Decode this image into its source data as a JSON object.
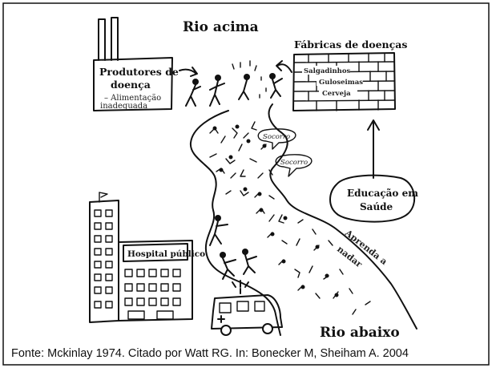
{
  "labels": {
    "upstream": "Rio acima",
    "downstream": "Rio abaixo",
    "disease_producers_line1": "Produtores de",
    "disease_producers_line2": "doença",
    "inadequate_food_line1": "– Alimentação",
    "inadequate_food_line2": "inadequada",
    "disease_factories": "Fábricas de doenças",
    "snacks": "Salgadinhos",
    "sweets": "Guloseimas",
    "beer": "Cerveja",
    "help": "Socorro",
    "health_education_line1": "Educação em",
    "health_education_line2": "Saúde",
    "learn_line1": "Aprenda a",
    "learn_line2": "nadar",
    "hospital": "Hospital público"
  },
  "caption": "Fonte: Mckinlay 1974. Citado por Watt RG. In: Bonecker M, Sheiham A. 2004",
  "icons": [
    "factory-icon",
    "brick-wall-icon",
    "hospital-building-icon",
    "ambulance-icon",
    "drowning-people-icon",
    "arrow-icon"
  ]
}
